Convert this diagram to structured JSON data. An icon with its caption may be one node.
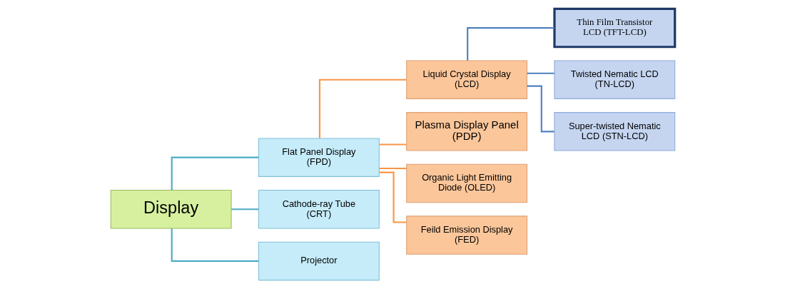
{
  "diagram": {
    "nodes": [
      {
        "text": [
          "Display"
        ]
      },
      {
        "text": [
          "Flat Panel Display (FPD)"
        ]
      },
      {
        "text": [
          "Cathode-ray Tube (CRT)"
        ]
      },
      {
        "text": [
          "Projector"
        ]
      },
      {
        "text": [
          "Liquid Crystal Display (LCD)"
        ]
      },
      {
        "text": [
          "Plasma Display Panel (PDP)"
        ]
      },
      {
        "text": [
          "Organic Light Emitting Diode (OLED)"
        ]
      },
      {
        "text": [
          "Feild Emission Display (FED)"
        ]
      },
      {
        "text": [
          "Thin Film Transistor LCD (TFT-LCD)"
        ]
      },
      {
        "text": [
          "Twisted Nematic LCD (TN-LCD)"
        ]
      },
      {
        "text": [
          "Super-twisted Nematic LCD (STN-LCD)"
        ]
      }
    ],
    "edges": [
      {
        "from": 0,
        "to": 1,
        "arrow": "none",
        "color": "#4bacc6"
      },
      {
        "from": 0,
        "to": 2,
        "arrow": "none",
        "color": "#4bacc6"
      },
      {
        "from": 0,
        "to": 3,
        "arrow": "none",
        "color": "#4bacc6"
      },
      {
        "from": 1,
        "to": 4,
        "arrow": "none"
      },
      {
        "from": 1,
        "to": 5,
        "arrow": "none"
      },
      {
        "from": 1,
        "to": 6,
        "arrow": "none"
      },
      {
        "from": 1,
        "to": 7,
        "arrow": "none"
      },
      {
        "from": 4,
        "to": 8,
        "arrow": "none",
        "color": "#4f81bd"
      },
      {
        "from": 4,
        "to": 9,
        "arrow": "none",
        "color": "#4f81bd"
      },
      {
        "from": 4,
        "to": 10,
        "arrow": "none",
        "color": "#4f81bd"
      }
    ]
  }
}
